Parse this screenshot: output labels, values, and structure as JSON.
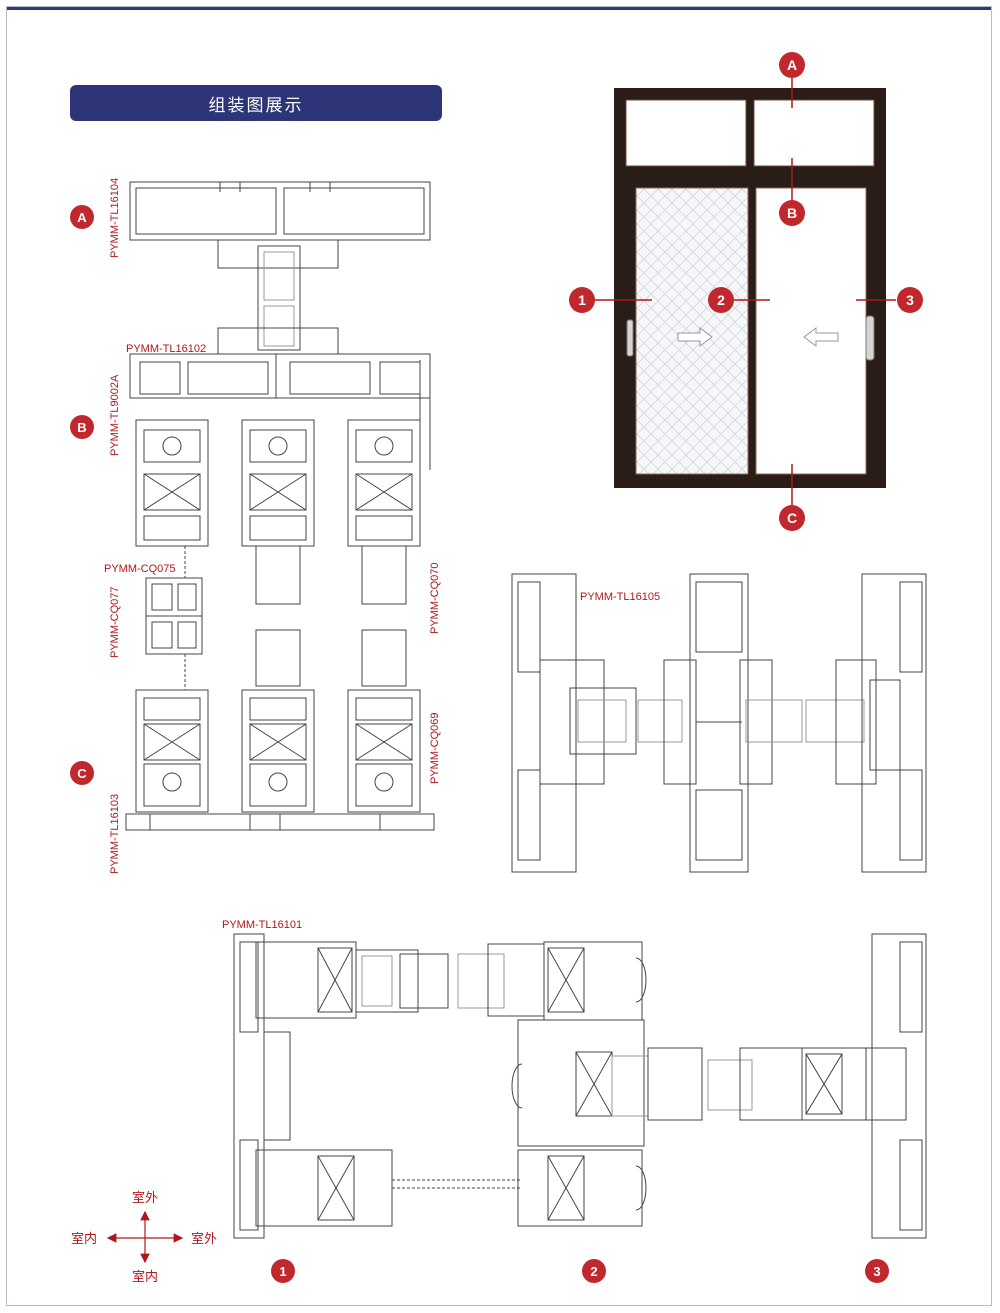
{
  "title": "组装图展示",
  "labels": {
    "tl16104": "PYMM-TL16104",
    "tl16102": "PYMM-TL16102",
    "tl9002a": "PYMM-TL9002A",
    "cq075": "PYMM-CQ075",
    "cq077": "PYMM-CQ077",
    "cq070": "PYMM-CQ070",
    "cq069": "PYMM-CQ069",
    "tl16103": "PYMM-TL16103",
    "tl16105": "PYMM-TL16105",
    "tl16101": "PYMM-TL16101"
  },
  "badges": {
    "a": "A",
    "b": "B",
    "c": "C",
    "n1": "1",
    "n2": "2",
    "n3": "3"
  },
  "directions": {
    "outdoor_top": "室外",
    "indoor_left": "室内",
    "outdoor_right": "室外",
    "indoor_bottom": "室内"
  },
  "colors": {
    "banner": "#2e3478",
    "accent_red": "#b0171c",
    "badge_red": "#c0282d",
    "frame_dark": "#2a1c17",
    "line": "#444444"
  }
}
